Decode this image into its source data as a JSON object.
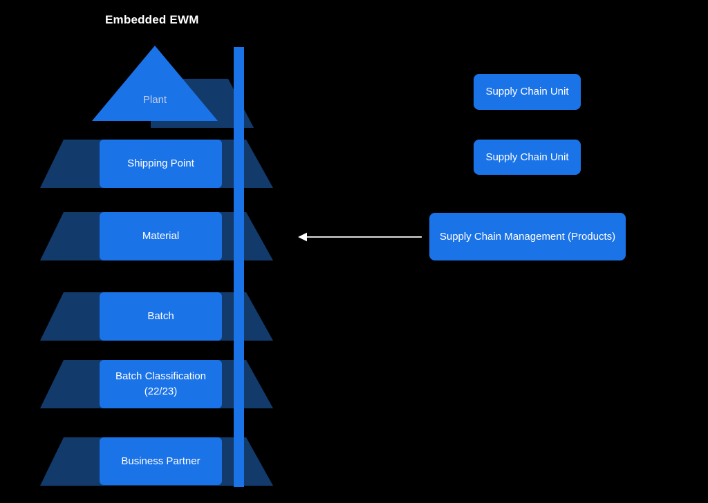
{
  "title": "Embedded EWM",
  "colors": {
    "bright_blue": "#1b73e8",
    "dark_navy": "#123a6b",
    "background": "#000000",
    "arrow": "#ffffff",
    "plant_text": "#c3cfe8"
  },
  "pyramid": {
    "top_label": "Plant",
    "levels": [
      {
        "label": "Shipping Point"
      },
      {
        "label": "Material"
      },
      {
        "label": "Batch"
      },
      {
        "label": "Batch Classification (22/23)"
      },
      {
        "label": "Business Partner"
      }
    ]
  },
  "right_panel": {
    "boxes": [
      {
        "label": "Supply Chain Unit"
      },
      {
        "label": "Supply Chain Unit"
      },
      {
        "label": "Supply Chain Management (Products)"
      }
    ]
  }
}
